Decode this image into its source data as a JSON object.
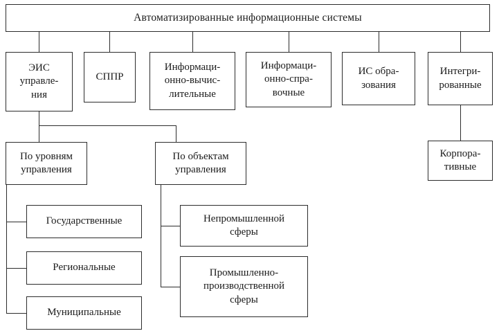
{
  "diagram": {
    "title": "Автоматизированные информационные системы",
    "root": {
      "label": "Автоматизированные информационные системы"
    },
    "level2": [
      {
        "label": "ЭИС\nуправле-\nния"
      },
      {
        "label": "СППР"
      },
      {
        "label": "Информаци-\nонно-вычис-\nлительные"
      },
      {
        "label": "Информаци-\nонно-спра-\nвочные"
      },
      {
        "label": "ИС обра-\nзования"
      },
      {
        "label": "Интегри-\nрованные"
      }
    ],
    "corporate": {
      "label": "Корпора-\nтивные"
    },
    "byLevels": {
      "label": "По уровням\nуправления"
    },
    "byObjects": {
      "label": "По объектам\nуправления"
    },
    "levelItems": [
      {
        "label": "Государственные"
      },
      {
        "label": "Региональные"
      },
      {
        "label": "Муниципальные"
      }
    ],
    "objectItems": [
      {
        "label": "Непромышленной\nсферы"
      },
      {
        "label": "Промышленно-\nпроизводственной\nсферы"
      }
    ],
    "colors": {
      "border": "#2b2b2b",
      "background": "#ffffff",
      "text": "#1a1a1a"
    }
  }
}
